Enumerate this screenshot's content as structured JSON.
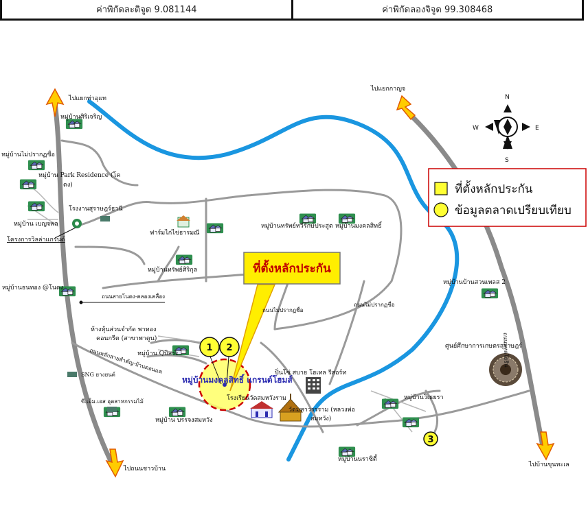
{
  "coordinates": {
    "latitude_label": "ค่าพิกัดละติจูด 9.081144",
    "longitude_label": "ค่าพิกัดลองจิจูด 99.308468"
  },
  "callout": {
    "text": "ที่ตั้งหลักประกัน"
  },
  "legend": {
    "collateral_label": "ที่ตั้งหลักประกัน",
    "market_data_label": "ข้อมูลตลาดเปรียบเทียบ",
    "collateral_color": "#ffff33",
    "market_color": "#ffff33",
    "border_color": "#cc0000"
  },
  "compass": {
    "north": "N",
    "south": "S",
    "east": "E",
    "west": "W"
  },
  "market_points": [
    "1",
    "2",
    "3"
  ],
  "subject_name": "หมู่บ้านมงคลสิทธิ์ แกรนด์โฮมส์",
  "places": {
    "to_tha_chang": "ไปแยกท่าอุแท",
    "to_kanchanadit": "ไปแยกกาญจ",
    "to_phunphin": "ไปบ้านขุนทะเล",
    "to_surat_city": "ไปถนนชาวบ้าน",
    "ban_siricharoen": "หมู่บ้านศิริเจริญ",
    "mai_prakhan": "หมู่บ้านไม่ปรากฏชื่อ",
    "park_residence": "หมู่บ้าน Park Residence (โค",
    "park_residence_2": "ดง)",
    "rongngan": "โรงงานสุราษฎร์ธานี",
    "ban_bueng": "หมู่บ้าน เบญจพล",
    "rongrian": "โครงการวิลล่าแกรนด์",
    "farm": "ฟาร์มไก่ไข่ธารมณี",
    "sapsirikul": "หมู่บ้านทรัพย์ศิริกุล",
    "ban_sappirom": "หมู่บ้านทรัพย์ทวีรักษ์ประสูต",
    "ban_monkon": "หมู่บ้านมงคลสิทธิ์",
    "ban_thon": "หมู่บ้านธนทอง @โนดง",
    "road_name": "ถนนสายโนดง-คลองเคลื่อง",
    "unnamed_road": "ถนนไม่ปรากฏชื่อ",
    "unnamed_road_2": "ถนนไม่ปรากฏชื่อ",
    "market_label": "ห้างหุ้นส่วนจำกัด พาทอง",
    "market_label_2": "คอนกรีต (สาขาพาดูน)",
    "ban_qbiz": "หมู่บ้าน Qบิสระ",
    "sng": "SNG ยางยนต์",
    "sevens": "ซี.เอ็ม.เอส อุตสาหกรรมไม้",
    "ban_bunprong": "หมู่บ้าน บรรจงสมหวัง",
    "school": "โรงเรียนวัดสมหวังราม",
    "pipok": "ปิ่นโซ่ สบาย โฮเทล รีสอร์ท",
    "temple": "วัดมหาวรรราม (หลวงพ่อ",
    "temple_2": "สมหวัง)",
    "ban_withara": "หมู่บ้านวิเธยรา",
    "ban_naracity": "หมู่บ้านนราซิตี้",
    "ban_lantop": "หมู่บ้านบ้านสวนเพลส 2",
    "center": "ศูนย์ศึกษาการเกษตรสุราษฎร์",
    "highway": "ถนนพหลโยธิน",
    "road_main": "ถนนหลักสายสำคัญ-บ้านดอนแค"
  }
}
